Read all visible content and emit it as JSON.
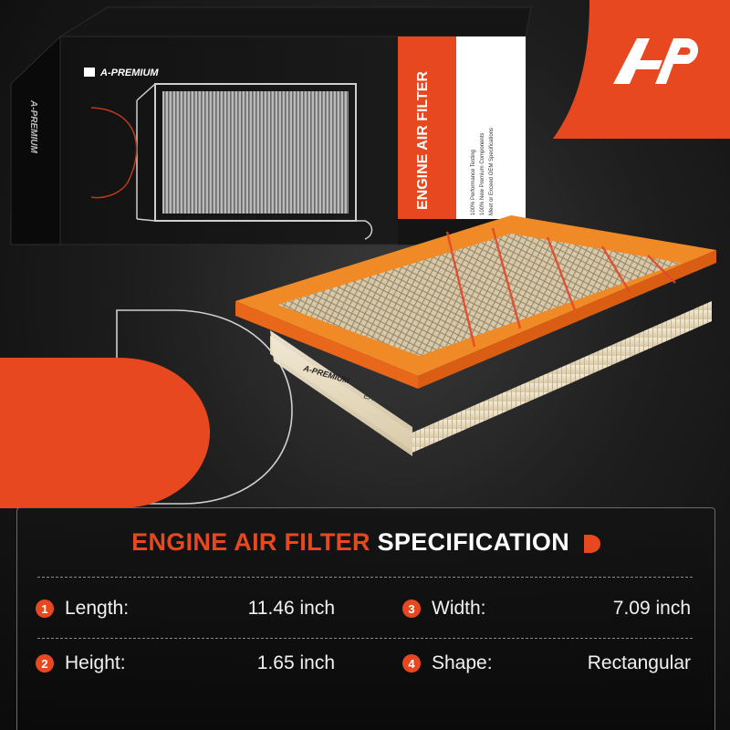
{
  "brand": {
    "name": "A-PREMIUM",
    "logo_text": "AP",
    "accent_color": "#e8481f"
  },
  "box": {
    "label_title": "ENGINE AIR FILTER",
    "label_lines": [
      "100% Performance Testing",
      "100% New Premium Components",
      "Meet or Exceed OEM Specifications"
    ],
    "side_brand": "A-PREMIUM"
  },
  "product": {
    "part_number": "EAF99480-C",
    "brand_print": "A-PREMIUM"
  },
  "specification": {
    "title_accent": "ENGINE AIR FILTER",
    "title_rest": "SPECIFICATION",
    "items": [
      {
        "num": "1",
        "label": "Length:",
        "value": "11.46 inch"
      },
      {
        "num": "2",
        "label": "Height:",
        "value": "1.65 inch"
      },
      {
        "num": "3",
        "label": "Width:",
        "value": "7.09 inch"
      },
      {
        "num": "4",
        "label": "Shape:",
        "value": "Rectangular"
      }
    ]
  }
}
